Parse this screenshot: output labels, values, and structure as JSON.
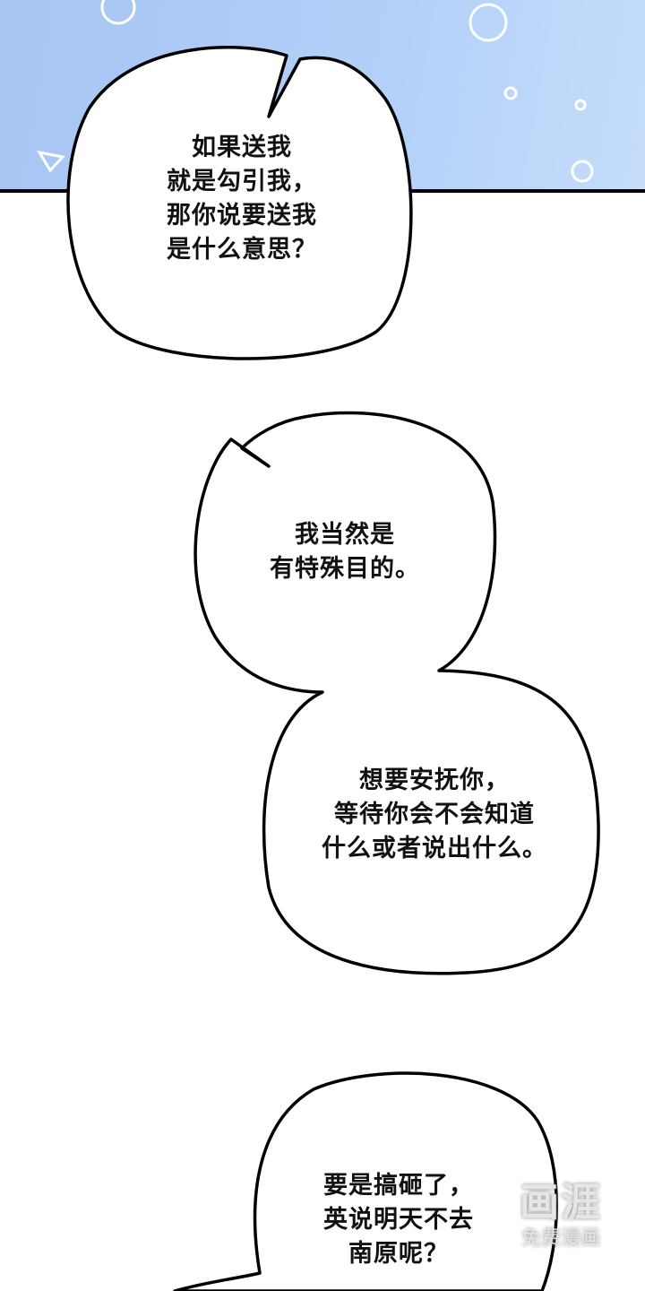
{
  "bubbles": [
    {
      "lines": [
        "如果送我",
        "就是勾引我，",
        "那你说要送我",
        "是什么意思？"
      ]
    },
    {
      "lines": [
        "我当然是",
        "有特殊目的。"
      ]
    },
    {
      "lines": [
        "想要安抚你，",
        "等待你会不会知道",
        "什么或者说出什么。"
      ]
    },
    {
      "lines": [
        "要是搞砸了，",
        "英说明天不去",
        "南原呢？"
      ]
    }
  ],
  "watermark": {
    "logo": "画涯",
    "tagline": "免费漫画"
  },
  "colors": {
    "sky": "#a6c5f3",
    "ink": "#000000"
  }
}
